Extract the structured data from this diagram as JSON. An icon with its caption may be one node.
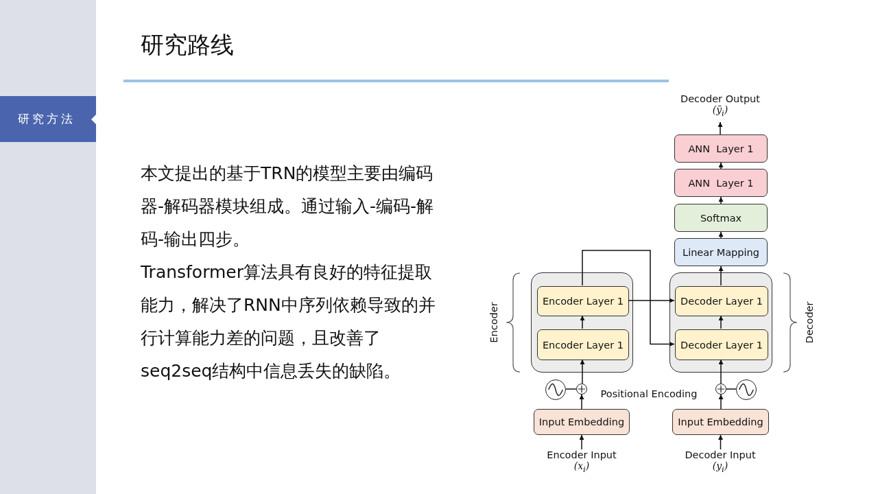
{
  "diagram": {
    "title": "研究路线",
    "nodes": [
      {
        "text": [
          "Decoder Output",
          "(ȳ$_{i}$)"
        ]
      },
      {
        "text": [
          "ANN  Layer 1"
        ]
      },
      {
        "text": [
          "ANN  Layer 1"
        ]
      },
      {
        "text": [
          "Softmax"
        ]
      },
      {
        "text": [
          "Linear Mapping"
        ]
      },
      {
        "text": [],
        "shape": "box"
      },
      {
        "text": [
          "Encoder Layer 1"
        ],
        "in": 5
      },
      {
        "text": [
          "Encoder Layer 1"
        ],
        "in": 5
      },
      {
        "text": [],
        "shape": "box"
      },
      {
        "text": [
          "Decoder Layer 1"
        ],
        "in": 8
      },
      {
        "text": [
          "Decoder Layer 1"
        ],
        "in": 8
      },
      {
        "text": [],
        "shape": "circle"
      },
      {
        "text": [],
        "shape": "circle"
      },
      {
        "text": [],
        "shape": "circle"
      },
      {
        "text": [],
        "shape": "circle"
      },
      {
        "text": [
          "Input Embedding"
        ]
      },
      {
        "text": [
          "Input Embedding"
        ]
      },
      {
        "text": [
          "Encoder Input",
          "(x$_{i}$)"
        ]
      },
      {
        "text": [
          "Decoder Input",
          "(y$_{i}$)"
        ]
      }
    ],
    "edges": [
      {
        "from": 17,
        "to": 15,
        "arrow": "to"
      },
      {
        "from": 15,
        "to": 12,
        "arrow": "to"
      },
      {
        "from": 11,
        "to": 12,
        "arrow": "none"
      },
      {
        "from": 12,
        "to": 7,
        "arrow": "to"
      },
      {
        "from": 7,
        "to": 6,
        "arrow": "to"
      },
      {
        "from": 6,
        "to": 9,
        "arrow": "to"
      },
      {
        "from": 6,
        "to": 10,
        "arrow": "to"
      },
      {
        "from": 18,
        "to": 16,
        "arrow": "to"
      },
      {
        "from": 16,
        "to": 13,
        "arrow": "to"
      },
      {
        "from": 14,
        "to": 13,
        "arrow": "none"
      },
      {
        "from": 13,
        "to": 10,
        "arrow": "to"
      },
      {
        "from": 10,
        "to": 9,
        "arrow": "to"
      },
      {
        "from": 9,
        "to": 4,
        "arrow": "to"
      },
      {
        "from": 4,
        "to": 3,
        "arrow": "to"
      },
      {
        "from": 3,
        "to": 2,
        "arrow": "to"
      },
      {
        "from": 2,
        "to": 1,
        "arrow": "to"
      },
      {
        "from": 1,
        "to": 0,
        "arrow": "to"
      }
    ],
    "labels": [
      "研究方法",
      "本文提出的基于TRN的模型主要由编码器-解码器模块组成。通过输入-编码-解码-输出四步。",
      "Transformer算法具有良好的特征提取能力，解决了RNN中序列依赖导致的并行计算能力差的问题，且改善了seq2seq结构中信息丢失的缺陷。",
      "Encoder",
      "Decoder",
      "Positional Encoding"
    ]
  }
}
